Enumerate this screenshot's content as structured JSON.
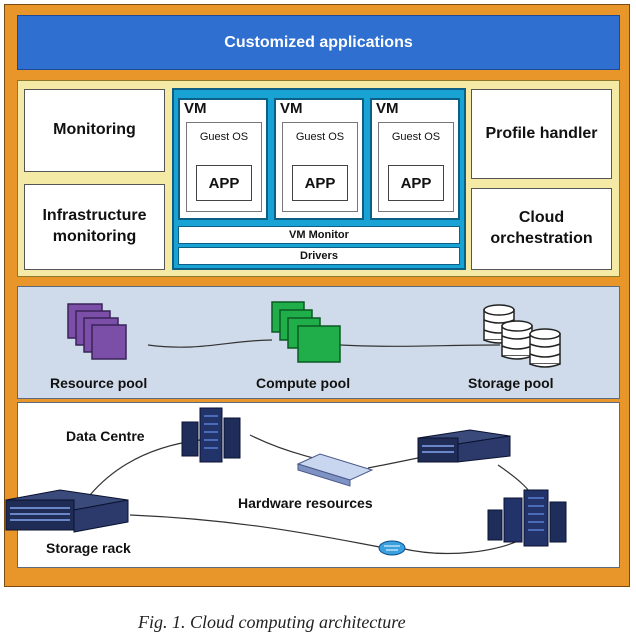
{
  "banner": {
    "label": "Customized applications"
  },
  "left_boxes": {
    "monitoring": "Monitoring",
    "infrastructure": "Infrastructure monitoring"
  },
  "right_boxes": {
    "profile": "Profile handler",
    "orchestration": "Cloud orchestration"
  },
  "vms": [
    {
      "title": "VM",
      "guest": "Guest OS",
      "app": "APP"
    },
    {
      "title": "VM",
      "guest": "Guest OS",
      "app": "APP"
    },
    {
      "title": "VM",
      "guest": "Guest OS",
      "app": "APP"
    }
  ],
  "vm_monitor": "VM Monitor",
  "drivers": "Drivers",
  "pools": {
    "resource": "Resource pool",
    "compute": "Compute pool",
    "storage": "Storage pool"
  },
  "hardware": {
    "data_centre": "Data Centre",
    "resources": "Hardware resources",
    "storage_rack": "Storage rack"
  },
  "caption": "Fig. 1. Cloud computing architecture",
  "colors": {
    "frame": "#e8962a",
    "banner": "#2f6fd0",
    "middle": "#f4eaa6",
    "virtualization": "#18a3d4",
    "pools": "#cfdbea",
    "resource": "#7b4fa8",
    "compute": "#1fae4a"
  }
}
